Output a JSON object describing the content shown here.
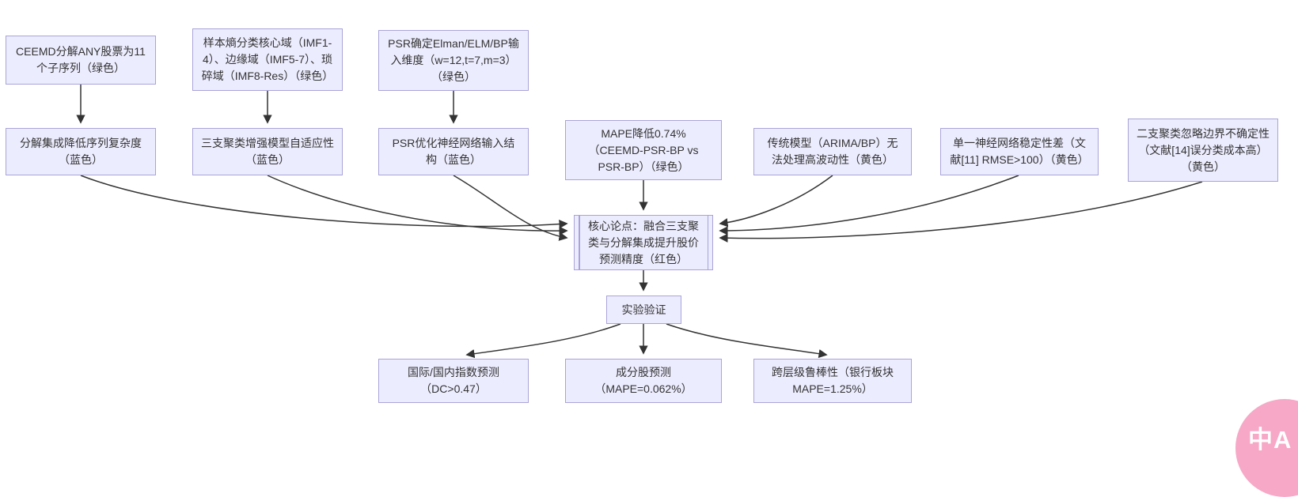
{
  "diagram": {
    "type": "flowchart",
    "colors": {
      "background": "#FFFFFF",
      "node_fill": "#ECECFF",
      "node_border": "#A9A3D9",
      "arrow": "#333333",
      "text": "#333333",
      "watermark_pink": "#F7A8C6"
    },
    "nodes": {
      "ceemd_decompose": "CEEMD分解ANY股票为11个子序列（绿色）",
      "sample_entropy": "样本熵分类核心域（IMF1-4）、边缘域（IMF5-7）、琐碎域（IMF8-Res）（绿色）",
      "psr_dimension": "PSR确定Elman/ELM/BP输入维度（w=12,t=7,m=3）（绿色）",
      "decompose_complexity": "分解集成降低序列复杂度（蓝色）",
      "three_way_adaptive": "三支聚类增强模型自适应性（蓝色）",
      "psr_structure": "PSR优化神经网络输入结构（蓝色）",
      "mape_reduction": "MAPE降低0.74%（CEEMD-PSR-BP vs PSR-BP）（绿色）",
      "traditional_limit": "传统模型（ARIMA/BP）无法处理高波动性（黄色）",
      "single_nn_unstable": "单一神经网络稳定性差（文献[11] RMSE>100）（黄色）",
      "two_way_boundary": "二支聚类忽略边界不确定性（文献[14]误分类成本高）（黄色）",
      "core_thesis": "核心论点：融合三支聚类与分解集成提升股价预测精度（红色）",
      "experiment": "实验验证",
      "index_prediction": "国际/国内指数预测（DC>0.47）",
      "component_prediction": "成分股预测（MAPE=0.062%）",
      "robustness": "跨层级鲁棒性（银行板块 MAPE=1.25%）"
    }
  },
  "watermark": {
    "label": "中A"
  }
}
